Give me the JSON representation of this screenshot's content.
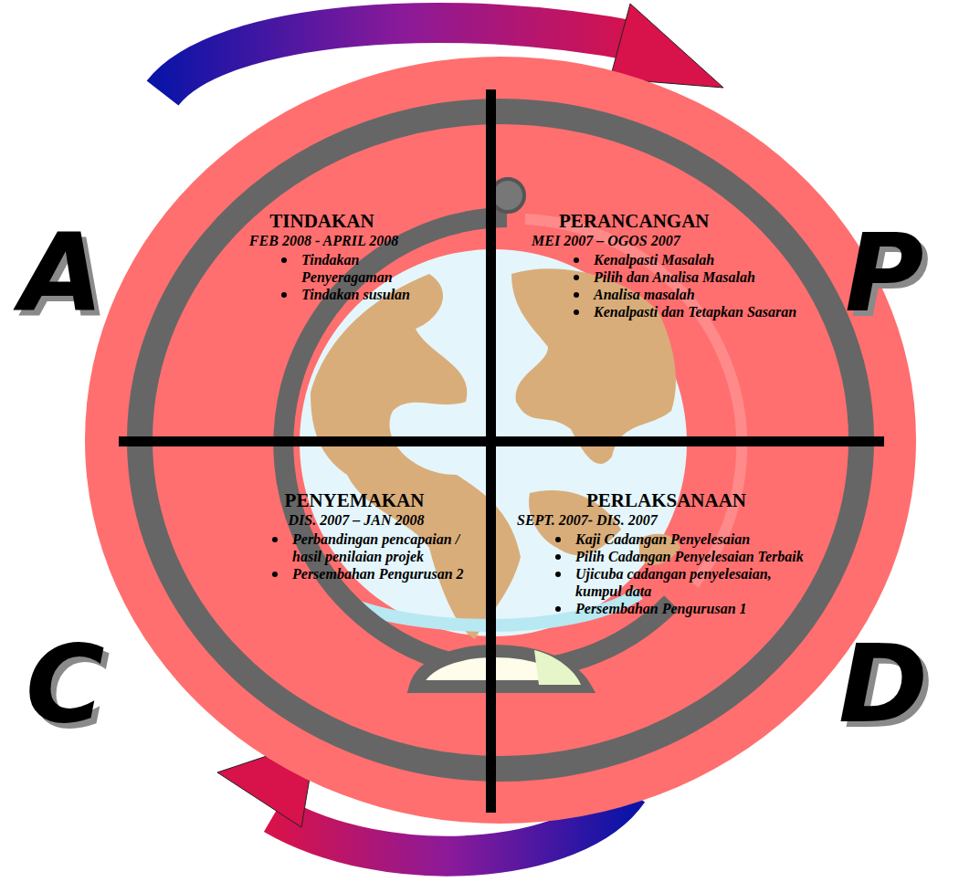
{
  "diagram": {
    "nodes": [
      {
        "text": [
          "TINDAKAN",
          "FEB 2008 - APRIL 2008",
          "Tindakan Penyeragaman",
          "Tindakan susulan"
        ]
      },
      {
        "text": [
          "PERANCANGAN",
          "MEI 2007 – OGOS 2007",
          "Kenalpasti Masalah",
          "Pilih dan Analisa Masalah",
          "Analisa masalah",
          "Kenalpasti dan Tetapkan Sasaran"
        ]
      },
      {
        "text": [
          "PENYEMAKAN",
          "DIS. 2007 – JAN 2008",
          "Perbandingan pencapaian / hasil penilaian projek",
          "Persembahan Pengurusan 2"
        ]
      },
      {
        "text": [
          "PERLAKSANAAN",
          "SEPT. 2007- DIS. 2007",
          "Kaji Cadangan Penyelesaian",
          "Pilih Cadangan Penyelesaian Terbaik",
          "Ujicuba cadangan penyelesaian, kumpul data",
          "Persembahan Pengurusan 1"
        ]
      }
    ],
    "labels": [
      "A",
      "P",
      "C",
      "D"
    ]
  }
}
